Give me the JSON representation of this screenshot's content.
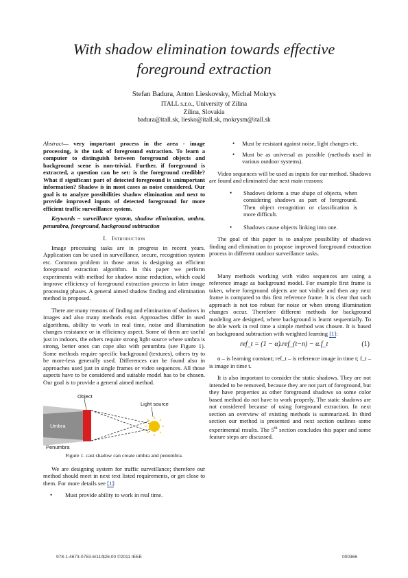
{
  "title": "With shadow elimination towards effective foreground extraction",
  "authors": "Stefan Badura, Anton Lieskovsky, Michal Mokrys",
  "affiliation": {
    "org": "ITALL s.r.o., University of Zilina",
    "city": "Zilina, Slovakia",
    "emails": "badura@itall.sk, liesko@itall.sk, mokrysm@itall.sk"
  },
  "abstract": {
    "lead": "Abstract—",
    "text": " very important process in the area - image processing, is the task of foreground extraction. To learn a computer to distinguish between foreground objects and background scene is non-trivial. Further, if foreground is extracted, a question can be set: is the foreground credible? What if significant part of detected foreground is unimportant information? Shadow is in most cases as noise considered. Our goal is to analyze possibilities shadow elimination and next to provide improved inputs of detected foreground for more efficient traffic surveillance system."
  },
  "keywords": "Keywords – surveillance system, shadow elimination, umbra, penumbra, foreground, background subtraction",
  "section1": {
    "number": "I.",
    "title": "Introduction"
  },
  "left_paragraphs": {
    "p1": "Image processing tasks are in progress in recent years. Application can be used in surveillance, secure, recognition system etc. Common problem in those areas is designing an efficient foreground extraction algorithm. In this paper we perform experiments with method for shadow noise reduction, which could improve efficiency of foreground extraction process in later image processing phases. A general aimed shadow finding and elimination method is proposed.",
    "p2a": "There are many reasons of finding and elimination of shadows in images and also many methods exist. Approaches differ in used algorithms, ability to work in real time, noise and illumination changes resistance or in efficiency aspect. Some of them are useful just in indoors, the others require strong light source where umbra is strong, better ones can cope also with penumbra (see Figure 1). Some methods require specific background (textures), others try to be more-less generally used. Differences can be found also in approaches used just in single frames or video sequences. All those aspects have to be considered and suitable model has to be chosen. Our goal is to provide a general aimed method.",
    "p3a": "We are designing system for traffic surveillance; therefore our method should meet in next text listed requirements, or get close to them. For more details see ",
    "p3ref": "[1]",
    "p3b": ":"
  },
  "figure1": {
    "labels": {
      "object": "Object",
      "umbra": "Umbra",
      "light": "Light source",
      "penumbra": "Penumbra"
    },
    "colors": {
      "umbra": "#8d8d8d",
      "penumbra": "#c9c9c9",
      "object": "#d81e1e",
      "sun": "#f2c200"
    },
    "caption": "Figure 1.  cast shadow can create umbra and penumbra."
  },
  "bullets_left": [
    "Must provide ability to work in real time."
  ],
  "bullets_right_top": [
    "Must be resistant against noise, light changes etc.",
    "Must be as universal as possible (methods used in various outdoor systems)."
  ],
  "right_paragraphs": {
    "p1": "Video sequences will be used as inputs for our method. Shadows are found and eliminated due next main reasons:",
    "p2": "The goal of this paper is to analyze possibility of shadows finding and elimination to propose improved foreground extraction process in different outdoor surveillance tasks.",
    "p3a": "Many methods working with video sequences are using a reference image as background model. For example first frame is taken, where foreground objects are not visible and then any next frame is compared to this first reference frame. It is clear that such approach is not too robust for noise or when strong illumination changes occur. Therefore different methods for background modeling are designed, where background is learnt sequentially. To be able work in real time a simple method was chosen. It is based on background subtraction with weighted learning ",
    "p3ref": "[1]",
    "p3b": ":",
    "eq_body": "ref_t = (1 − α).ref_(t−n) − α.f_t",
    "eq_num": "(1)",
    "p4": "α – is learning constant; ref_t – is reference image in time t; f_t – is image in time t.",
    "p5a": "It is also important to consider the static shadows. They are not intended to be removed, because they are not part of foreground, but they have properties as other foreground shadows so some color based method do not have to work properly. The static shadows are not considered because of using foreground extraction. In next section an overview of existing methods is summarized. In third section our method is presented and next section outlines some experimental results. The 5",
    "p5sup": "th",
    "p5b": " section concludes this paper and some feature steps are discussed."
  },
  "bullets_reasons": [
    "Shadows deform a true shape of objects, when considering shadows as part of foreground. Then object recognition or classification is more difficult.",
    "Shadows cause objects linking into one."
  ],
  "footer": {
    "left": "978-1-4673-0753-6/11/$26.00 ©2011 IEEE",
    "right": "000366"
  }
}
